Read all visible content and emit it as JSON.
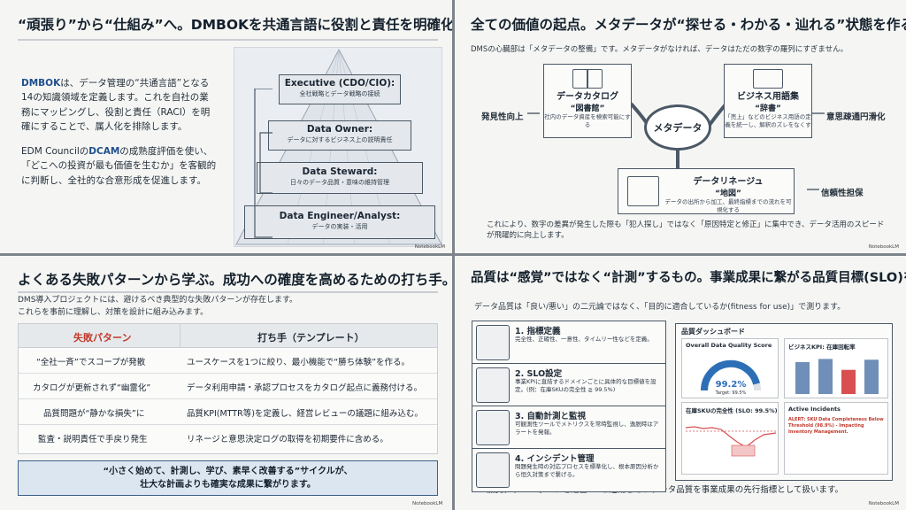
{
  "panel1": {
    "title": "“頑張り”から“仕組み”へ。DMBOKを共通言語に役割と責任を明確化する。",
    "p1_lead": "DMBOK",
    "p1_rest": "は、データ管理の“共通言語”となる14の知識領域を定義します。これを自社の業務にマッピングし、役割と責任（RACI）を明確にすることで、属人化を排除します。",
    "p2_a": "EDM Councilの",
    "p2_b": "DCAM",
    "p2_c": "の成熟度評価を使い、「どこへの投資が最も価値を生むか」を客観的に判断し、全社的な合意形成を促進します。",
    "tiers": [
      {
        "title": "Executive (CDO/CIO):",
        "sub": "全社戦略とデータ戦略の接続"
      },
      {
        "title": "Data Owner:",
        "sub": "データに対するビジネス上の説明責任"
      },
      {
        "title": "Data Steward:",
        "sub": "日々のデータ品質・意味の維持管理"
      },
      {
        "title": "Data Engineer/Analyst:",
        "sub": "データの実装・活用"
      }
    ],
    "badge": "NotebookLM"
  },
  "panel2": {
    "title": "全ての価値の起点。メタデータが“探せる・わかる・辿れる”状態を作る。",
    "intro": "DMSの心臓部は「メタデータの整備」です。メタデータがなければ、データはただの数字の羅列にすぎません。",
    "center": "メタデータ",
    "catalog": {
      "title": "データカタログ",
      "quote": "“図書館”",
      "sub": "社内のデータ資産を検索可能にする"
    },
    "glossary": {
      "title": "ビジネス用語集",
      "quote": "“辞書”",
      "sub": "「売上」などのビジネス用語の定義を統一し、解釈のズレをなくす"
    },
    "lineage": {
      "title": "データリネージュ",
      "quote": "“地図”",
      "sub": "データの出所から加工、最終指標までの流れを可視化する"
    },
    "left_label": "発見性向上",
    "right_label": "意思疎通円滑化",
    "bottom_label": "信頼性担保",
    "footer": "これにより、数字の差異が発生した際も「犯人探し」ではなく「原因特定と修正」に集中でき、データ活用のスピードが飛躍的に向上します。",
    "badge": "NotebookLM"
  },
  "panel3": {
    "title": "よくある失敗パターンから学ぶ。成功への確度を高めるための打ち手。",
    "intro1": "DMS導入プロジェクトには、避けるべき典型的な失敗パターンが存在します。",
    "intro2": "これらを事前に理解し、対策を設計に組み込みます。",
    "col_fail": "失敗パターン",
    "col_fix": "打ち手（テンプレート）",
    "rows": [
      {
        "fail": "“全社一斉”でスコープが発散",
        "fix": "ユースケースを1つに絞り、最小機能で“勝ち体験”を作る。"
      },
      {
        "fail": "カタログが更新されず“幽霊化”",
        "fix": "データ利用申請・承認プロセスをカタログ起点に義務付ける。"
      },
      {
        "fail": "品質問題が“静かな損失”に",
        "fix": "品質KPI(MTTR等)を定義し、経営レビューの議題に組み込む。"
      },
      {
        "fail": "監査・説明責任で手戻り発生",
        "fix": "リネージと意思決定ログの取得を初期要件に含める。"
      }
    ],
    "banner1": "“小さく始めて、計測し、学び、素早く改善する”サイクルが、",
    "banner2": "壮大な計画よりも確実な成果に繋がります。",
    "badge": "NotebookLM"
  },
  "panel4": {
    "title": "品質は“感覚”ではなく“計測”するもの。事業成果に繋がる品質目標(SLO)を設計する",
    "intro": "データ品質は「良い/悪い」の二元論ではなく、「目的に適合しているか(fitness for use)」で測ります。",
    "steps": [
      {
        "title": "1. 指標定義",
        "desc": "完全性、正確性、一意性、タイムリー性などを定義。",
        "icon": "magnifier-icon"
      },
      {
        "title": "2. SLO設定",
        "desc": "事業KPIに直結するドメインごとに具体的な目標値を設定。(例：在庫SKUの完全性 ≧ 99.5%)",
        "icon": "target-icon"
      },
      {
        "title": "3. 自動計測と監視",
        "desc": "可観測性ツールでメトリクスを常時監視し、逸脱時はアラートを発報。",
        "icon": "stopwatch-icon"
      },
      {
        "title": "4. インシデント管理",
        "desc": "問題発生時の対応プロセスを標準化し、根本原因分析から恒久対策まで繋げる。",
        "icon": "shield-gear-icon"
      }
    ],
    "dashboard": {
      "title": "品質ダッシュボード",
      "score_title": "Overall Data Quality Score",
      "score_value": "99.2%",
      "score_target": "Target: 99.5%",
      "score_fraction": 0.92,
      "kpi_title": "ビジネスKPI: 在庫回転率",
      "sku_title": "在庫SKUの完全性 (SLO: 99.5%)",
      "incidents_title": "Active Incidents",
      "alert_text": "ALERT: SKU Data Completeness Below Threshold (98.9%) - Impacting Inventory Management.",
      "kpi_chart": {
        "type": "bar",
        "values": [
          0.82,
          0.9,
          0.62,
          0.88
        ],
        "highlight_index": 2
      }
    },
    "footer": "品質ダッシュボードを経営KPIと連動させ、データ品質を事業成果の先行指標として扱います。",
    "badge": "NotebookLM",
    "accent": "#d94f4f",
    "gauge_color": "#2d6fb7"
  }
}
